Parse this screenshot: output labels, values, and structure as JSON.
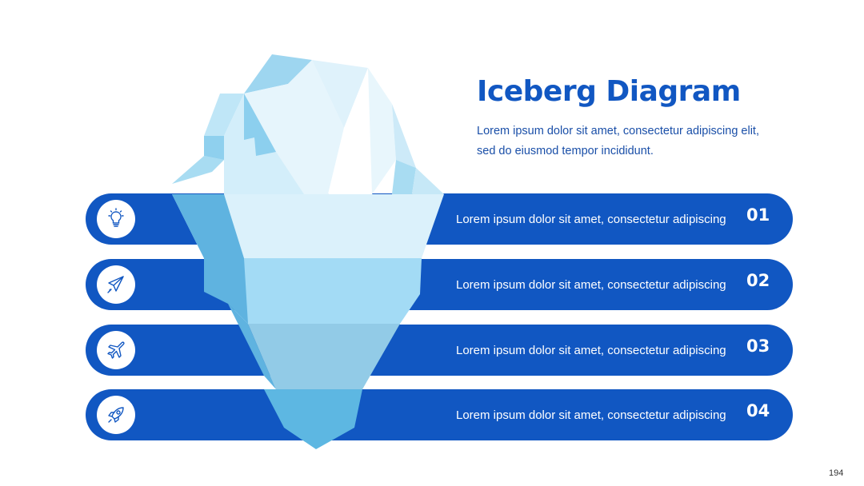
{
  "slide": {
    "title": "Iceberg Diagram",
    "subtitle": "Lorem ipsum dolor sit amet, consectetur adipiscing elit, sed do eiusmod tempor incididunt.",
    "page_number": "194"
  },
  "colors": {
    "accent": "#1157c2",
    "ice_light": "#dbf1fb",
    "ice_mid": "#a3d8f2",
    "ice_dark": "#5fb3e0"
  },
  "rows": [
    {
      "icon": "lightbulb-icon",
      "text": "Lorem ipsum dolor sit amet, consectetur adipiscing",
      "number": "01"
    },
    {
      "icon": "paper-plane-icon",
      "text": "Lorem ipsum dolor sit amet, consectetur adipiscing",
      "number": "02"
    },
    {
      "icon": "airplane-icon",
      "text": "Lorem ipsum dolor sit amet, consectetur adipiscing",
      "number": "03"
    },
    {
      "icon": "rocket-icon",
      "text": "Lorem ipsum dolor sit amet, consectetur adipiscing",
      "number": "04"
    }
  ]
}
